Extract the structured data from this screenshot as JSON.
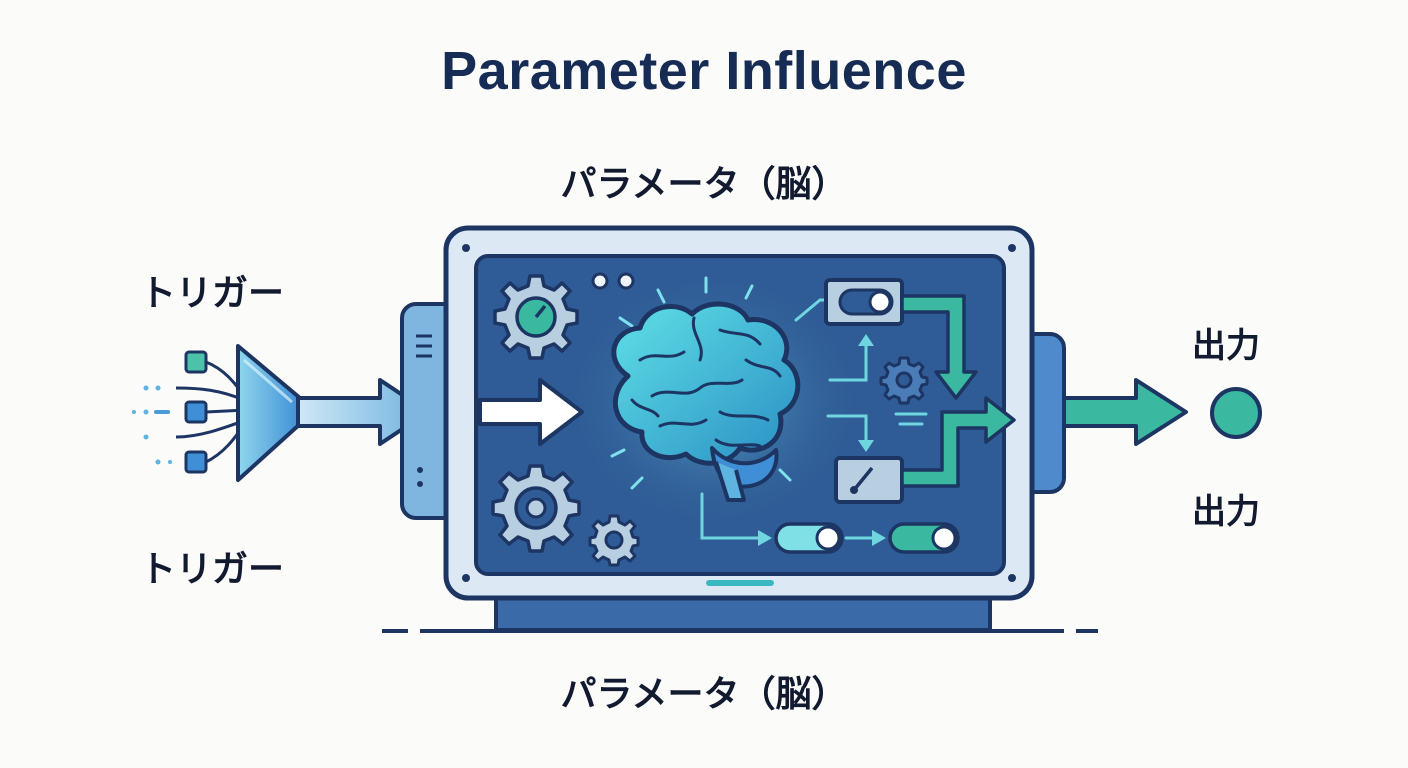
{
  "title": "Parameter Influence",
  "labels": {
    "parameters_top": "パラメータ（脳）",
    "parameters_bottom": "パラメータ（脳）",
    "trigger_top": "トリガー",
    "trigger_bottom": "トリガー",
    "output_top": "出力",
    "output_bottom": "出力"
  },
  "colors": {
    "navy": "#1d3563",
    "screen_blue": "#2f5c96",
    "teal": "#3ab8a0",
    "cyan": "#5fd6e8",
    "light_blue": "#a9cde8"
  }
}
